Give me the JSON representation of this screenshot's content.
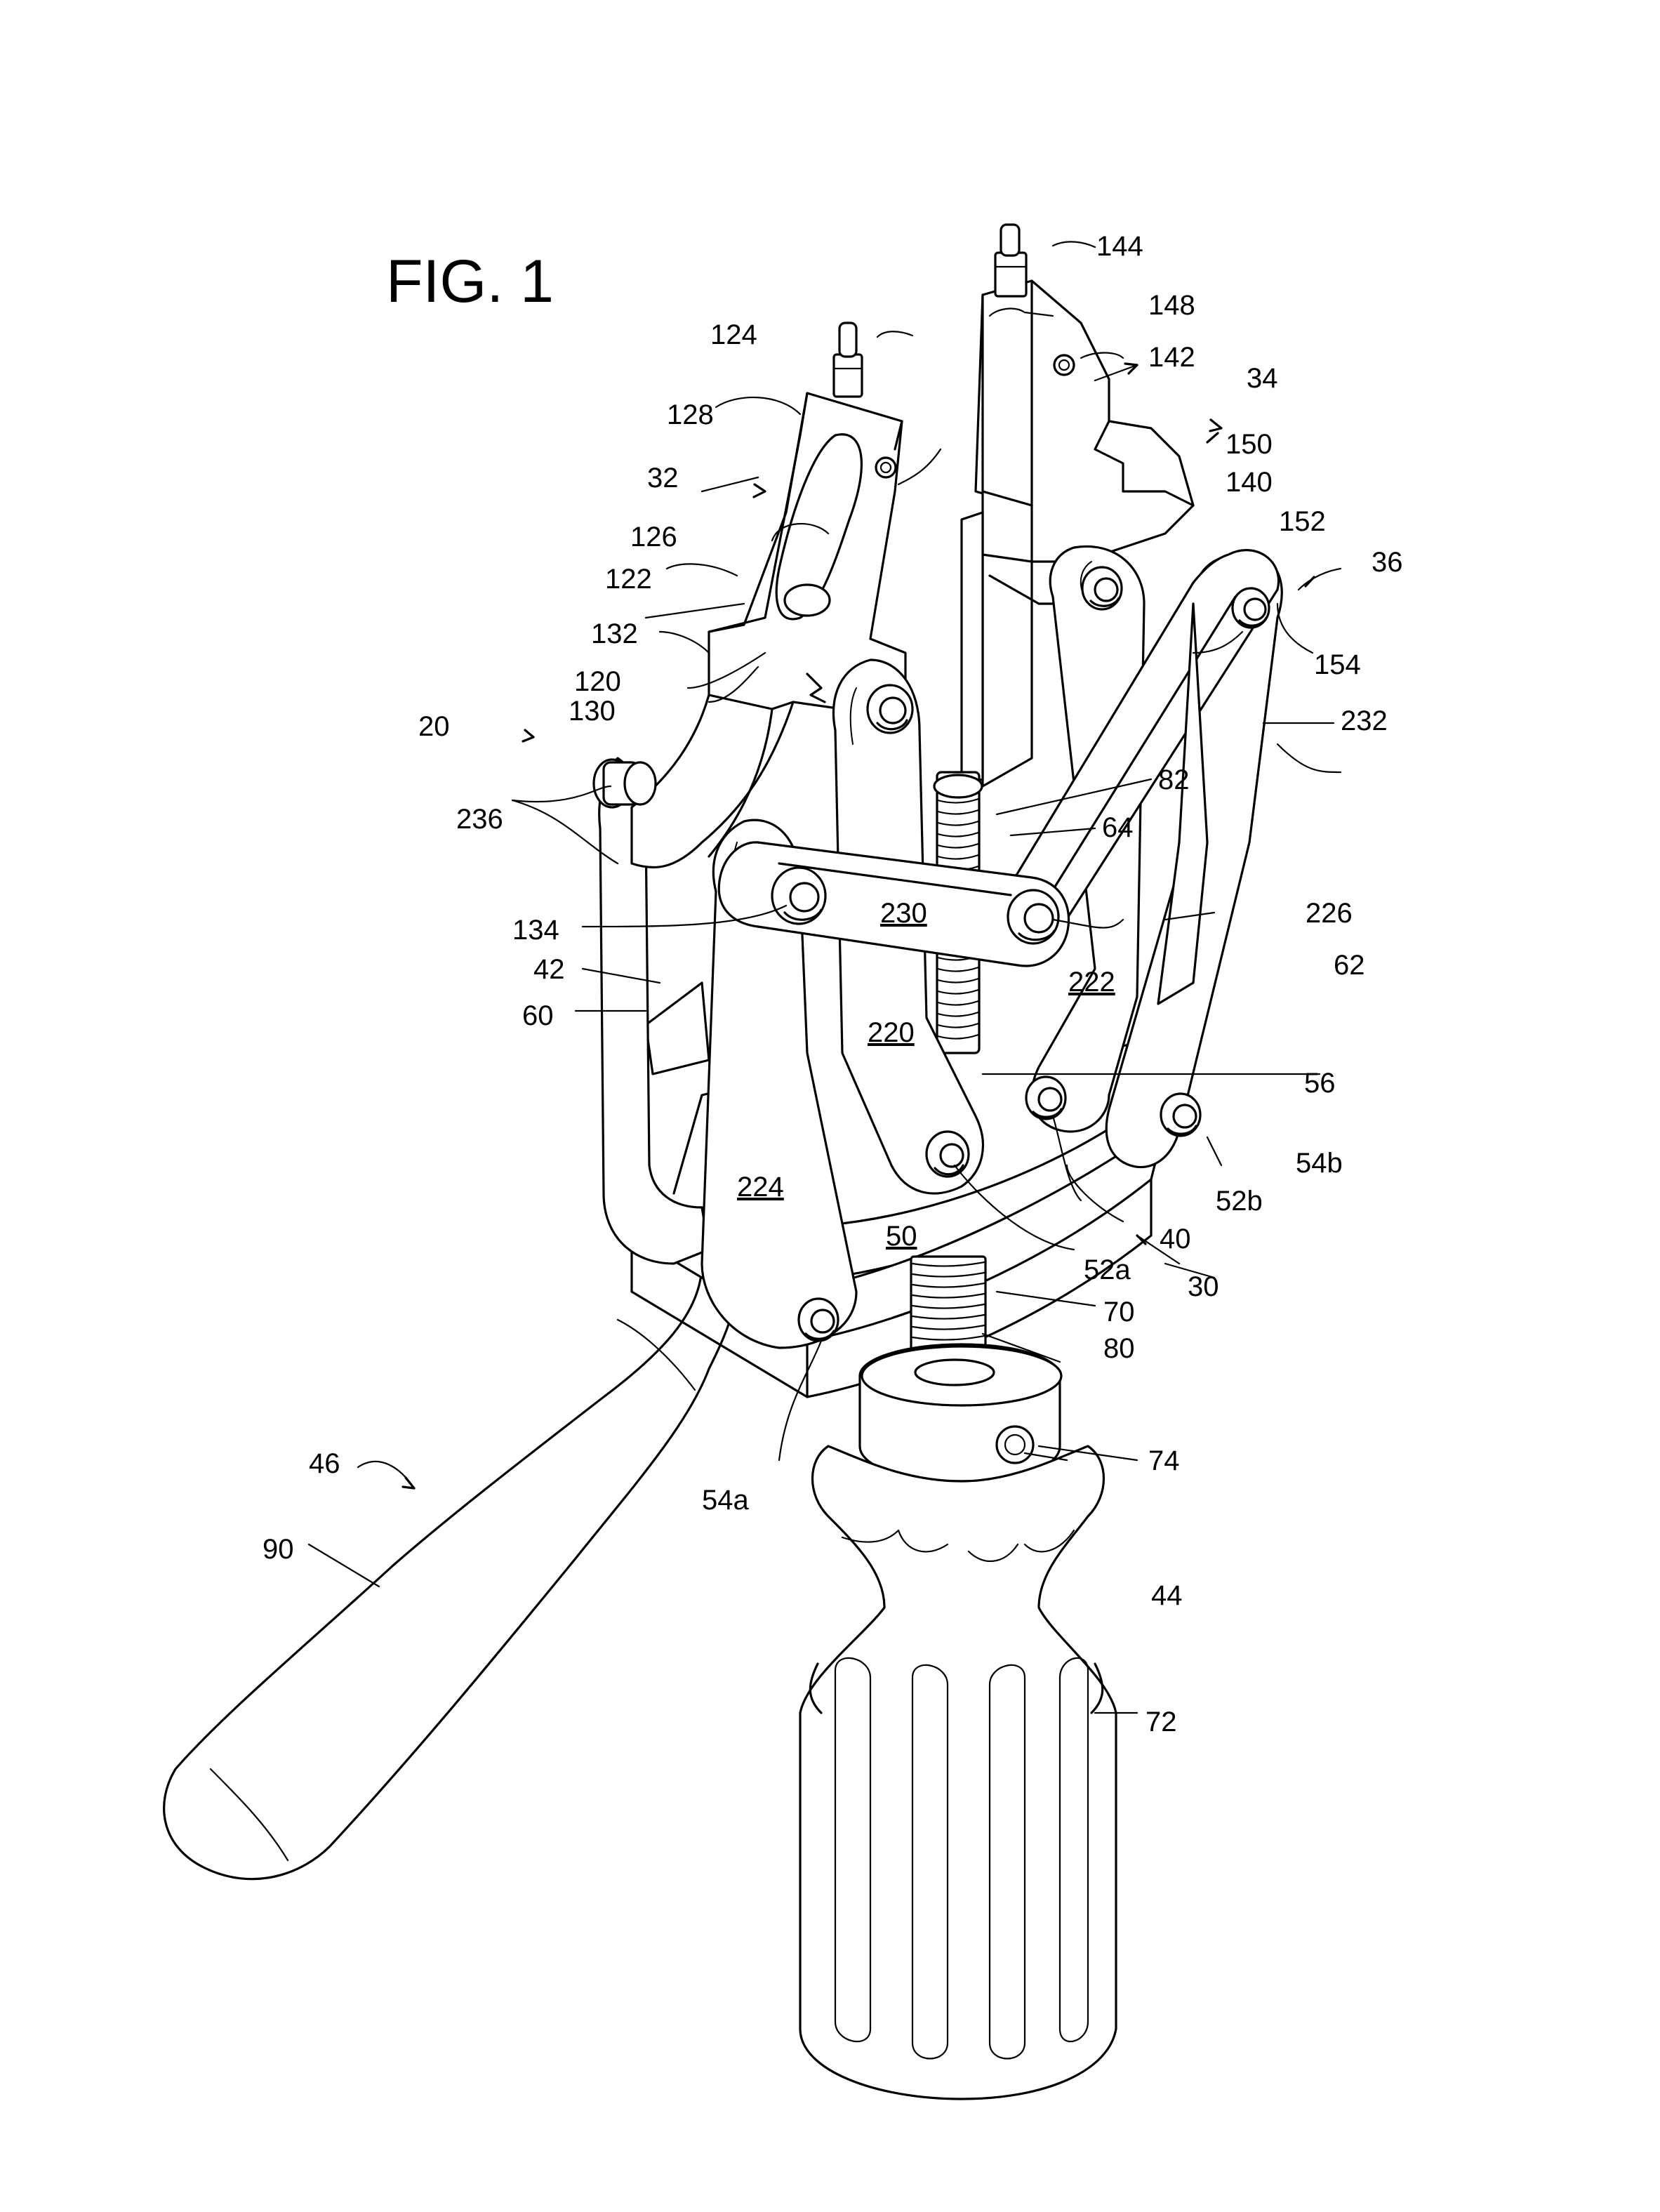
{
  "figure": {
    "title": "FIG. 1"
  },
  "labels": {
    "l20": "20",
    "l30": "30",
    "l32": "32",
    "l34": "34",
    "l36": "36",
    "l40": "40",
    "l42": "42",
    "l44": "44",
    "l46": "46",
    "l50": "50",
    "l52a": "52a",
    "l52b": "52b",
    "l54a": "54a",
    "l54b": "54b",
    "l56": "56",
    "l60": "60",
    "l62": "62",
    "l64": "64",
    "l70": "70",
    "l72": "72",
    "l74": "74",
    "l80": "80",
    "l82": "82",
    "l90": "90",
    "l120": "120",
    "l122": "122",
    "l124": "124",
    "l126": "126",
    "l128": "128",
    "l130": "130",
    "l132": "132",
    "l134": "134",
    "l140": "140",
    "l142": "142",
    "l144": "144",
    "l148": "148",
    "l150": "150",
    "l152": "152",
    "l154": "154",
    "l220": "220",
    "l222": "222",
    "l224": "224",
    "l226": "226",
    "l230": "230",
    "l232": "232",
    "l236": "236"
  }
}
